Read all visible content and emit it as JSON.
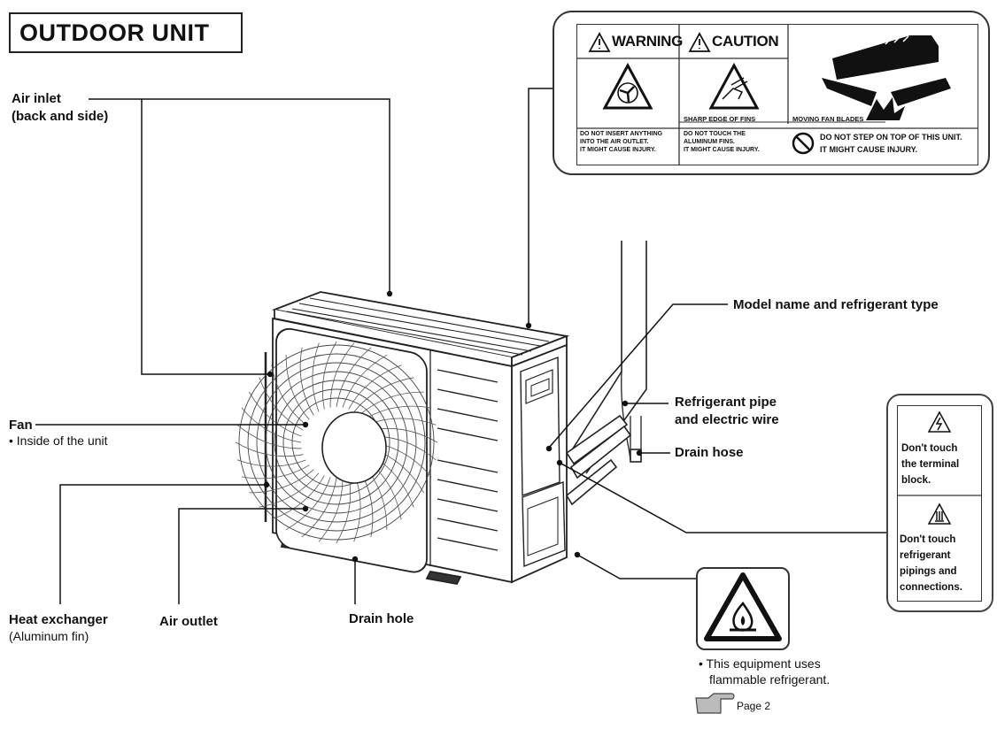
{
  "title": "OUTDOOR UNIT",
  "labels": {
    "air_inlet": "Air inlet",
    "air_inlet_sub": "(back and side)",
    "fan": "Fan",
    "fan_sub": "• Inside of the unit",
    "heat_exchanger": "Heat exchanger",
    "heat_exchanger_sub": "(Aluminum fin)",
    "air_outlet": "Air outlet",
    "drain_hole": "Drain hole",
    "model_name": "Model name and refrigerant type",
    "refrigerant_pipe_1": "Refrigerant pipe",
    "refrigerant_pipe_2": "and electric wire",
    "drain_hose": "Drain hose",
    "flammable_1": "•  This equipment uses",
    "flammable_2": "flammable refrigerant.",
    "page_ref": "Page 2"
  },
  "warning_label": {
    "warning_header": "WARNING",
    "caution_header": "CAUTION",
    "warning_text_1": "DO NOT INSERT ANYTHING",
    "warning_text_2": "INTO THE AIR OUTLET.",
    "warning_text_3": "IT MIGHT CAUSE INJURY.",
    "sharp_edge": "SHARP EDGE OF FINS",
    "moving_fan": "MOVING FAN BLADES",
    "caution_text_1": "DO NOT TOUCH THE",
    "caution_text_2": "ALUMINUM FINS.",
    "caution_text_3": "IT MIGHT CAUSE INJURY.",
    "step_text_1": "DO NOT STEP ON TOP OF THIS UNIT.",
    "step_text_2": "IT MIGHT CAUSE INJURY."
  },
  "terminal_label": {
    "t1": "Don't touch",
    "t2": "the terminal",
    "t3": "block.",
    "p1": "Don't touch",
    "p2": "refrigerant",
    "p3": "pipings and",
    "p4": "connections."
  },
  "icons": [
    "warning-triangle-icon",
    "fan-warning-icon",
    "hand-fins-icon",
    "step-foot-icon",
    "no-entry-icon",
    "electric-shock-icon",
    "hot-pipe-icon",
    "flammable-icon",
    "pointing-hand-icon"
  ]
}
